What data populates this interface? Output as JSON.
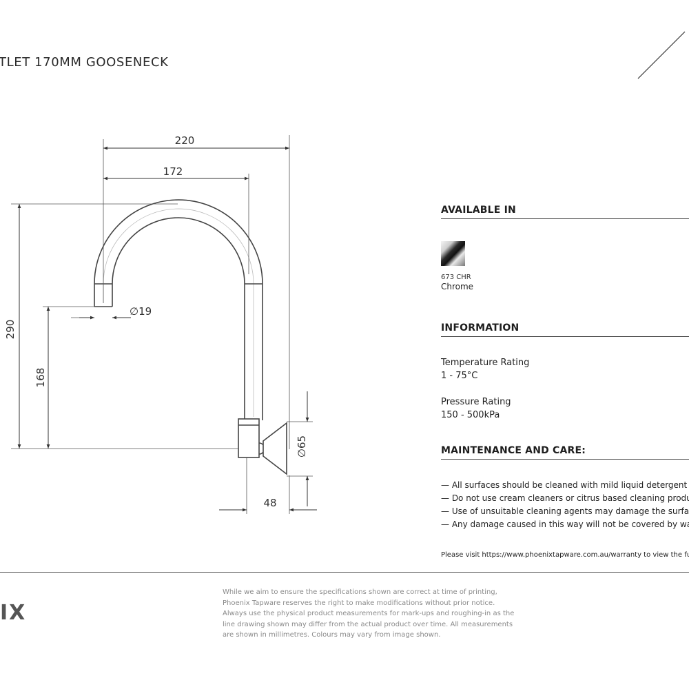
{
  "header": {
    "title": "TLET 170MM GOOSENECK"
  },
  "drawing": {
    "dim_width_total": "220",
    "dim_width_reach": "172",
    "dim_outlet_diameter": "∅19",
    "dim_height_total": "290",
    "dim_height_outlet": "168",
    "dim_flange_diameter": "∅65",
    "dim_flange_depth": "48"
  },
  "available": {
    "heading": "AVAILABLE IN",
    "finish_code": "673 CHR",
    "finish_name": "Chrome"
  },
  "information": {
    "heading": "INFORMATION",
    "temp_label": "Temperature Rating",
    "temp_value": "1 - 75°C",
    "pressure_label": "Pressure Rating",
    "pressure_value": "150 - 500kPa"
  },
  "maintenance": {
    "heading": "MAINTENANCE AND CARE:",
    "items": [
      "— All surfaces should be cleaned with mild liquid detergent or",
      "— Do not use cream cleaners or citrus based cleaning products,",
      "— Use of unsuitable cleaning agents may damage the surface.",
      "— Any damage caused in this way will not be covered by warran"
    ],
    "visit": "Please visit https://www.phoenixtapware.com.au/warranty to view the full"
  },
  "footer": {
    "brand": "IX",
    "disclaimer": "While we aim to ensure the specifications shown are correct at time of printing, Phoenix Tapware reserves the right to make modifications without prior notice. Always use the physical product measurements for mark-ups and roughing-in as the line drawing shown may differ from the actual product over time. All measurements are shown in millimetres. Colours may vary from image shown."
  },
  "colors": {
    "text": "#1e1e1e",
    "disclaimer": "#8a8a8a",
    "brand": "#555555"
  }
}
